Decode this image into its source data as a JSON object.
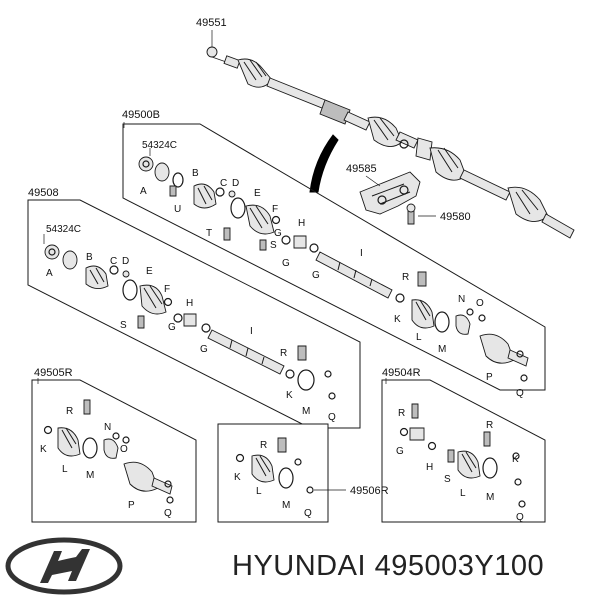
{
  "brand": "HYUNDAI",
  "part_number": "495003Y100",
  "colors": {
    "line": "#1a1a1a",
    "fill_light": "#e8e8e8",
    "fill_mid": "#b8b8b8"
  },
  "callouts": {
    "c49551": "49551",
    "c49500B": "49500B",
    "c54324C_a": "54324C",
    "c49508": "49508",
    "c54324C_b": "54324C",
    "c49585": "49585",
    "c49580": "49580",
    "c49505R": "49505R",
    "c49504R": "49504R",
    "c49506R": "49506R"
  },
  "letters": {
    "A": "A",
    "B": "B",
    "C": "C",
    "D": "D",
    "E": "E",
    "F": "F",
    "G": "G",
    "H": "H",
    "I": "I",
    "K": "K",
    "L": "L",
    "M": "M",
    "N": "N",
    "O": "O",
    "P": "P",
    "Q": "Q",
    "R": "R",
    "S": "S",
    "T": "T",
    "U": "U"
  }
}
